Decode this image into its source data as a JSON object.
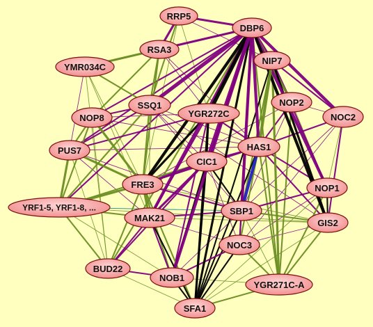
{
  "colors": {
    "background": "#ffffc0",
    "olive": "#6b8e23",
    "purple": "#800080",
    "black": "#000000",
    "teal": "#008080",
    "blue": "#2020c0",
    "node_fill_light": "#ffd6d6",
    "node_fill_dark": "#f08a8a"
  },
  "nodes": [
    {
      "id": "RRP5",
      "label": "RRP5"
    },
    {
      "id": "DBP6",
      "label": "DBP6"
    },
    {
      "id": "RSA3",
      "label": "RSA3"
    },
    {
      "id": "NIP7",
      "label": "NIP7"
    },
    {
      "id": "YMR034C",
      "label": "YMR034C"
    },
    {
      "id": "SSQ1",
      "label": "SSQ1"
    },
    {
      "id": "NOP2",
      "label": "NOP2"
    },
    {
      "id": "NOP8",
      "label": "NOP8"
    },
    {
      "id": "YGR272C",
      "label": "YGR272C"
    },
    {
      "id": "NOC2",
      "label": "NOC2"
    },
    {
      "id": "PUS7",
      "label": "PUS7"
    },
    {
      "id": "HAS1",
      "label": "HAS1"
    },
    {
      "id": "CIC1",
      "label": "CIC1"
    },
    {
      "id": "FRE3",
      "label": "FRE3"
    },
    {
      "id": "NOP1",
      "label": "NOP1"
    },
    {
      "id": "YRF",
      "label": "YRF1-5, YRF1-8, ..."
    },
    {
      "id": "MAK21",
      "label": "MAK21"
    },
    {
      "id": "SBP1",
      "label": "SBP1"
    },
    {
      "id": "GIS2",
      "label": "GIS2"
    },
    {
      "id": "NOC3",
      "label": "NOC3"
    },
    {
      "id": "BUD22",
      "label": "BUD22"
    },
    {
      "id": "NOB1",
      "label": "NOB1"
    },
    {
      "id": "YGR271CA",
      "label": "YGR271C-A"
    },
    {
      "id": "SFA1",
      "label": "SFA1"
    }
  ],
  "edges": [
    [
      "DBP6",
      "SSQ1",
      "purple",
      5
    ],
    [
      "DBP6",
      "YGR272C",
      "black",
      5
    ],
    [
      "DBP6",
      "FRE3",
      "black",
      4
    ],
    [
      "DBP6",
      "CIC1",
      "purple",
      5
    ],
    [
      "DBP6",
      "HAS1",
      "purple",
      4
    ],
    [
      "DBP6",
      "SBP1",
      "purple",
      4
    ],
    [
      "DBP6",
      "NOP1",
      "purple",
      4
    ],
    [
      "DBP6",
      "GIS2",
      "black",
      4
    ],
    [
      "DBP6",
      "NIP7",
      "purple",
      3
    ],
    [
      "DBP6",
      "NOC2",
      "purple",
      4
    ],
    [
      "DBP6",
      "RRP5",
      "purple",
      3
    ],
    [
      "DBP6",
      "RSA3",
      "purple",
      3
    ],
    [
      "DBP6",
      "MAK21",
      "purple",
      4
    ],
    [
      "DBP6",
      "NOB1",
      "purple",
      4
    ],
    [
      "DBP6",
      "SFA1",
      "black",
      3
    ],
    [
      "DBP6",
      "NOP2",
      "olive",
      3
    ],
    [
      "DBP6",
      "YGR271CA",
      "olive",
      2
    ],
    [
      "DBP6",
      "NOC3",
      "purple",
      2
    ],
    [
      "DBP6",
      "PUS7",
      "purple",
      2
    ],
    [
      "DBP6",
      "NOP8",
      "purple",
      2
    ],
    [
      "DBP6",
      "BUD22",
      "olive",
      2
    ],
    [
      "DBP6",
      "YRF",
      "purple",
      2
    ],
    [
      "DBP6",
      "YMR034C",
      "purple",
      1
    ],
    [
      "RRP5",
      "RSA3",
      "purple",
      3
    ],
    [
      "RRP5",
      "SSQ1",
      "olive",
      2
    ],
    [
      "RRP5",
      "YGR272C",
      "olive",
      1
    ],
    [
      "RRP5",
      "NIP7",
      "purple",
      1
    ],
    [
      "RRP5",
      "FRE3",
      "olive",
      1
    ],
    [
      "RSA3",
      "SSQ1",
      "olive",
      2
    ],
    [
      "RSA3",
      "YMR034C",
      "olive",
      3
    ],
    [
      "RSA3",
      "NOP8",
      "olive",
      2
    ],
    [
      "RSA3",
      "YGR272C",
      "purple",
      1
    ],
    [
      "RSA3",
      "FRE3",
      "olive",
      2
    ],
    [
      "RSA3",
      "HAS1",
      "purple",
      1
    ],
    [
      "YMR034C",
      "SSQ1",
      "olive",
      2
    ],
    [
      "YMR034C",
      "FRE3",
      "olive",
      1
    ],
    [
      "YMR034C",
      "BUD22",
      "olive",
      1
    ],
    [
      "YMR034C",
      "PUS7",
      "purple",
      1
    ],
    [
      "YMR034C",
      "MAK21",
      "olive",
      1
    ],
    [
      "NIP7",
      "HAS1",
      "olive",
      4
    ],
    [
      "NIP7",
      "NOP2",
      "purple",
      2
    ],
    [
      "NIP7",
      "NOC2",
      "purple",
      2
    ],
    [
      "NIP7",
      "GIS2",
      "black",
      3
    ],
    [
      "NIP7",
      "SBP1",
      "olive",
      2
    ],
    [
      "NIP7",
      "NOP1",
      "purple",
      2
    ],
    [
      "NIP7",
      "YGR271CA",
      "olive",
      3
    ],
    [
      "NIP7",
      "SFA1",
      "black",
      2
    ],
    [
      "SSQ1",
      "PUS7",
      "purple",
      2
    ],
    [
      "SSQ1",
      "NOP8",
      "purple",
      2
    ],
    [
      "SSQ1",
      "FRE3",
      "olive",
      2
    ],
    [
      "SSQ1",
      "YRF",
      "olive",
      2
    ],
    [
      "SSQ1",
      "CIC1",
      "purple",
      1
    ],
    [
      "SSQ1",
      "MAK21",
      "olive",
      1
    ],
    [
      "SSQ1",
      "SBP1",
      "purple",
      1
    ],
    [
      "SSQ1",
      "HAS1",
      "purple",
      1
    ],
    [
      "SSQ1",
      "GIS2",
      "purple",
      1
    ],
    [
      "YGR272C",
      "FRE3",
      "black",
      3
    ],
    [
      "YGR272C",
      "SFA1",
      "black",
      3
    ],
    [
      "YGR272C",
      "NOB1",
      "purple",
      2
    ],
    [
      "YGR272C",
      "HAS1",
      "purple",
      2
    ],
    [
      "YGR272C",
      "MAK21",
      "purple",
      2
    ],
    [
      "YGR272C",
      "PUS7",
      "purple",
      2
    ],
    [
      "YGR272C",
      "NOP8",
      "purple",
      1
    ],
    [
      "YGR272C",
      "CIC1",
      "black",
      2
    ],
    [
      "NOP2",
      "HAS1",
      "purple",
      2
    ],
    [
      "NOP2",
      "NOC2",
      "purple",
      1
    ],
    [
      "NOP2",
      "NOP1",
      "olive",
      1
    ],
    [
      "NOP2",
      "YGR271CA",
      "olive",
      2
    ],
    [
      "NOP2",
      "SBP1",
      "purple",
      1
    ],
    [
      "NOP2",
      "FRE3",
      "purple",
      1
    ],
    [
      "NOC2",
      "GIS2",
      "purple",
      2
    ],
    [
      "NOC2",
      "HAS1",
      "purple",
      2
    ],
    [
      "NOC2",
      "NOP1",
      "olive",
      1
    ],
    [
      "NOC2",
      "NOC3",
      "purple",
      1
    ],
    [
      "NOC2",
      "SBP1",
      "purple",
      1
    ],
    [
      "HAS1",
      "SBP1",
      "blue",
      4
    ],
    [
      "HAS1",
      "NOC3",
      "olive",
      2
    ],
    [
      "HAS1",
      "GIS2",
      "purple",
      2
    ],
    [
      "HAS1",
      "NOP1",
      "purple",
      2
    ],
    [
      "HAS1",
      "FRE3",
      "purple",
      2
    ],
    [
      "HAS1",
      "CIC1",
      "purple",
      2
    ],
    [
      "HAS1",
      "YGR271CA",
      "olive",
      2
    ],
    [
      "HAS1",
      "SFA1",
      "black",
      2
    ],
    [
      "CIC1",
      "FRE3",
      "purple",
      3
    ],
    [
      "CIC1",
      "MAK21",
      "purple",
      3
    ],
    [
      "CIC1",
      "SBP1",
      "black",
      2
    ],
    [
      "CIC1",
      "NOB1",
      "black",
      2
    ],
    [
      "CIC1",
      "BUD22",
      "purple",
      2
    ],
    [
      "CIC1",
      "SFA1",
      "black",
      2
    ],
    [
      "CIC1",
      "YRF",
      "olive",
      2
    ],
    [
      "CIC1",
      "NOC3",
      "purple",
      1
    ],
    [
      "FRE3",
      "PUS7",
      "olive",
      3
    ],
    [
      "FRE3",
      "NOP8",
      "olive",
      3
    ],
    [
      "FRE3",
      "YRF",
      "olive",
      3
    ],
    [
      "FRE3",
      "MAK21",
      "olive",
      3
    ],
    [
      "FRE3",
      "BUD22",
      "olive",
      2
    ],
    [
      "FRE3",
      "NOB1",
      "olive",
      2
    ],
    [
      "FRE3",
      "SFA1",
      "olive",
      2
    ],
    [
      "FRE3",
      "SBP1",
      "purple",
      2
    ],
    [
      "FRE3",
      "GIS2",
      "olive",
      1
    ],
    [
      "PUS7",
      "YRF",
      "olive",
      3
    ],
    [
      "PUS7",
      "NOP8",
      "olive",
      2
    ],
    [
      "PUS7",
      "MAK21",
      "purple",
      1
    ],
    [
      "PUS7",
      "BUD22",
      "olive",
      1
    ],
    [
      "PUS7",
      "SBP1",
      "purple",
      1
    ],
    [
      "PUS7",
      "HAS1",
      "purple",
      1
    ],
    [
      "NOP8",
      "YRF",
      "olive",
      2
    ],
    [
      "NOP8",
      "BUD22",
      "olive",
      1
    ],
    [
      "NOP8",
      "HAS1",
      "purple",
      1
    ],
    [
      "YRF",
      "MAK21",
      "olive",
      2
    ],
    [
      "YRF",
      "BUD22",
      "olive",
      2
    ],
    [
      "YRF",
      "SBP1",
      "teal",
      1
    ],
    [
      "YRF",
      "GIS2",
      "olive",
      1
    ],
    [
      "YRF",
      "NOB1",
      "olive",
      1
    ],
    [
      "MAK21",
      "SBP1",
      "purple",
      2
    ],
    [
      "MAK21",
      "NOB1",
      "purple",
      2
    ],
    [
      "MAK21",
      "BUD22",
      "purple",
      2
    ],
    [
      "MAK21",
      "SFA1",
      "black",
      2
    ],
    [
      "MAK21",
      "NOC3",
      "purple",
      1
    ],
    [
      "MAK21",
      "GIS2",
      "olive",
      1
    ],
    [
      "SBP1",
      "NOC3",
      "purple",
      2
    ],
    [
      "SBP1",
      "GIS2",
      "olive",
      2
    ],
    [
      "SBP1",
      "NOP1",
      "purple",
      2
    ],
    [
      "SBP1",
      "SFA1",
      "black",
      2
    ],
    [
      "SBP1",
      "NOB1",
      "purple",
      1
    ],
    [
      "SBP1",
      "YGR271CA",
      "olive",
      1
    ],
    [
      "NOP1",
      "GIS2",
      "black",
      2
    ],
    [
      "NOP1",
      "YGR271CA",
      "olive",
      2
    ],
    [
      "NOP1",
      "NOC3",
      "purple",
      1
    ],
    [
      "NOP1",
      "SFA1",
      "olive",
      1
    ],
    [
      "GIS2",
      "YGR271CA",
      "olive",
      2
    ],
    [
      "GIS2",
      "NOC3",
      "purple",
      1
    ],
    [
      "GIS2",
      "SFA1",
      "olive",
      1
    ],
    [
      "NOC3",
      "NOB1",
      "purple",
      2
    ],
    [
      "NOC3",
      "YGR271CA",
      "olive",
      2
    ],
    [
      "NOC3",
      "SFA1",
      "black",
      2
    ],
    [
      "BUD22",
      "NOB1",
      "purple",
      2
    ],
    [
      "BUD22",
      "SFA1",
      "olive",
      1
    ],
    [
      "NOB1",
      "SFA1",
      "black",
      2
    ],
    [
      "NOB1",
      "YGR271CA",
      "olive",
      1
    ],
    [
      "YGR271CA",
      "SFA1",
      "olive",
      2
    ]
  ]
}
